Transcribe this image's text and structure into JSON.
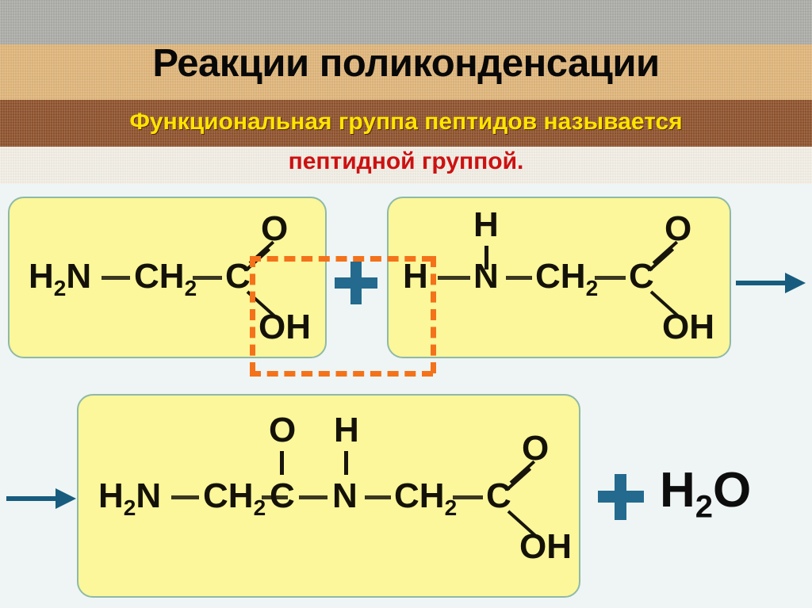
{
  "slide": {
    "title": "Реакции поликонденсации",
    "subtitle_line1": "Функциональная группа пептидов называется",
    "subtitle_line2": "пептидной группой.",
    "background_color": "#eef5f4",
    "bands": {
      "gray": "#a9a9a4",
      "tan": "#e0b374",
      "brown": "#8a4a22",
      "cream": "#f4f0e6"
    },
    "colors": {
      "title_text": "#080808",
      "subtitle1_text": "#ffe400",
      "subtitle2_text": "#cc1111",
      "card_fill": "#fbf79a",
      "card_border": "#8fb9a8",
      "arrow": "#175c7e",
      "plus": "#236a8e",
      "highlight_dash": "#f4721a",
      "atom_text": "#141208"
    }
  },
  "reactant_left": {
    "name": "glycine-reactant-1",
    "formula": "H2N — CH2 — C(=O)OH",
    "atoms": {
      "h2n": "H",
      "h2n_sub": "2",
      "h2n_n": "N",
      "ch2": "CH",
      "ch2_sub": "2",
      "c": "C",
      "o": "O",
      "oh": "OH"
    }
  },
  "reactant_right": {
    "name": "glycine-reactant-2",
    "formula": "H — N(H) — CH2 — C(=O)OH",
    "atoms": {
      "h_top": "H",
      "h_left": "H",
      "n": "N",
      "ch2": "CH",
      "ch2_sub": "2",
      "c": "C",
      "o": "O",
      "oh": "OH"
    }
  },
  "product": {
    "name": "dipeptide-product",
    "formula": "H2N — CH2 — C(O) — N(H) — CH2 — C(=O)OH",
    "atoms": {
      "h2n": "H",
      "h2n_sub": "2",
      "h2n_n": "N",
      "ch2_a": "CH",
      "ch2_a_sub": "2",
      "c1": "C",
      "o1": "O",
      "n": "N",
      "h_top": "H",
      "ch2_b": "CH",
      "ch2_b_sub": "2",
      "c2": "C",
      "o2": "O",
      "oh": "OH"
    }
  },
  "operators": {
    "plus_reactants": "+",
    "plus_product": "+"
  },
  "byproduct": {
    "name": "water",
    "text": "H",
    "subscript": "2",
    "tail": "O"
  },
  "highlight": {
    "label": "eliminated-water-group",
    "encloses": [
      "OH",
      "H"
    ],
    "style": "orange-dashed-rectangle"
  }
}
